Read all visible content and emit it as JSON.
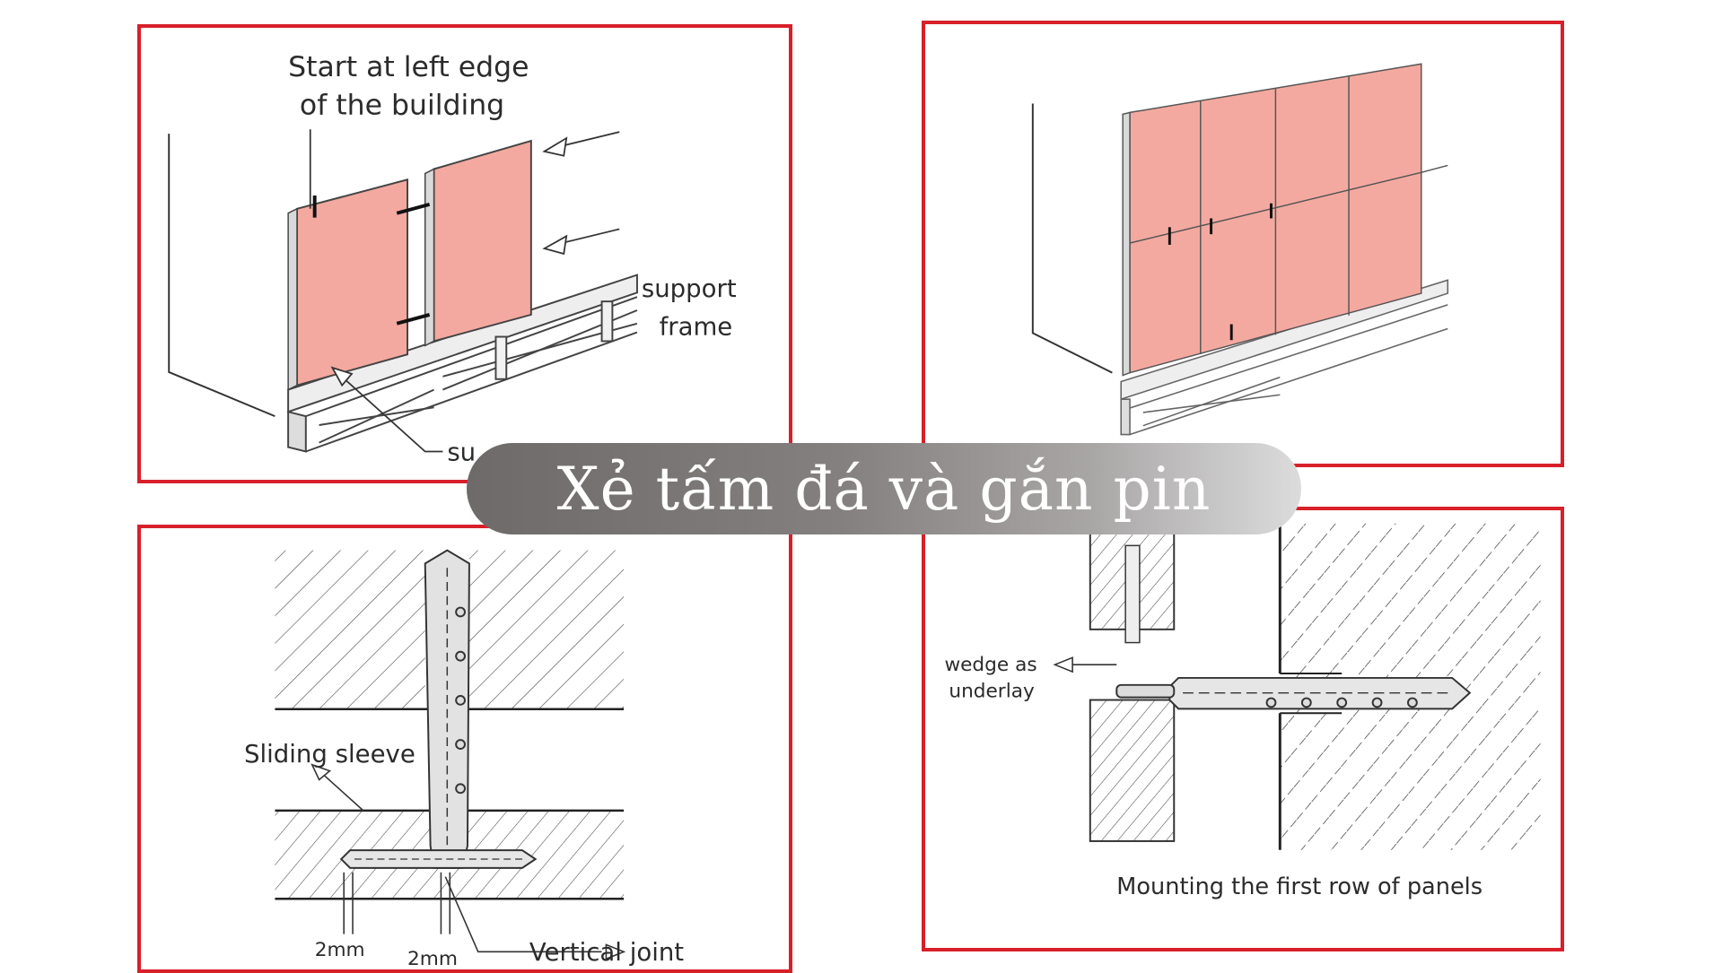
{
  "title": "Xẻ tấm đá và gắn pin",
  "colors": {
    "frame_border": "#d8202a",
    "panel_fill": "#f4a9a0",
    "line": "#333333"
  },
  "panel_top_left": {
    "label_start_line1": "Start at left edge",
    "label_start_line2": "of the building",
    "label_support_line1": "support",
    "label_support_line2": "frame",
    "label_partial": "su"
  },
  "panel_bottom_left": {
    "label_sleeve": "Sliding sleeve",
    "label_gap_a": "2mm",
    "label_gap_b": "2mm",
    "label_joint": "Vertical joint"
  },
  "panel_bottom_right": {
    "label_wedge_line1": "wedge as",
    "label_wedge_line2": "underlay",
    "caption": "Mounting the first row of panels"
  }
}
